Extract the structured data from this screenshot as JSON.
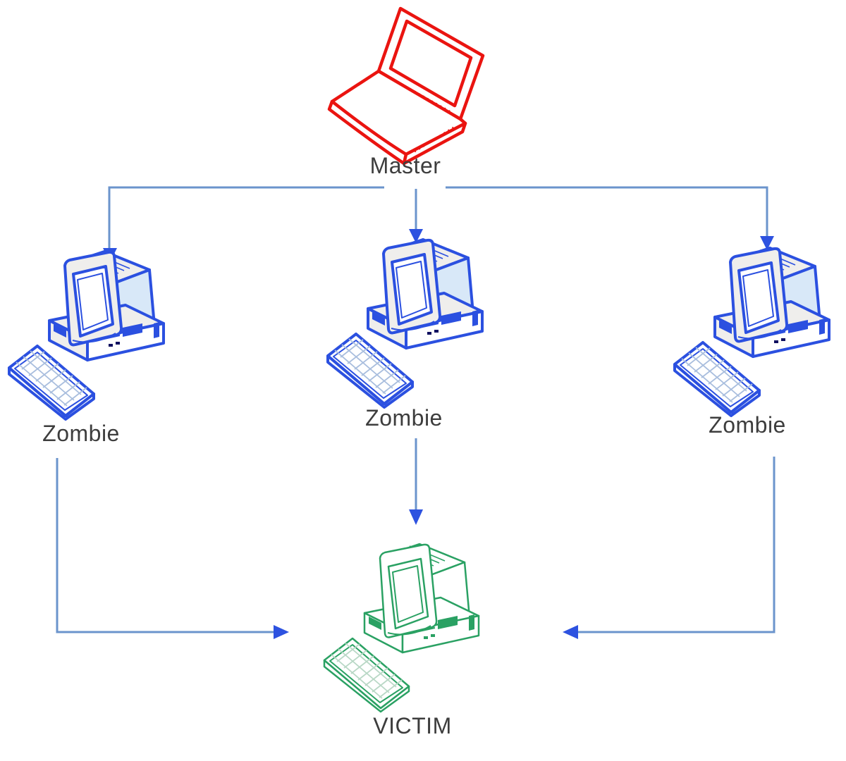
{
  "diagram": {
    "palette": {
      "master_red": "#ea1410",
      "zombie_blue": "#2b50e0",
      "victim_green": "#2aa163",
      "connector_line_blue": "#6b94cc",
      "arrowhead_blue": "#2d52e0",
      "label_gray": "#3d3d3d",
      "background": "#ffffff"
    },
    "nodes": [
      {
        "id": "master",
        "label": "Master",
        "icon": "laptop-icon"
      },
      {
        "id": "zombie-left",
        "label": "Zombie",
        "icon": "desktop-pc-icon"
      },
      {
        "id": "zombie-center",
        "label": "Zombie",
        "icon": "desktop-pc-icon"
      },
      {
        "id": "zombie-right",
        "label": "Zombie",
        "icon": "desktop-pc-icon"
      },
      {
        "id": "victim",
        "label": "VICTIM",
        "icon": "desktop-pc-icon"
      }
    ],
    "edges": [
      {
        "from": "master",
        "to": "zombie-left"
      },
      {
        "from": "master",
        "to": "zombie-center"
      },
      {
        "from": "master",
        "to": "zombie-right"
      },
      {
        "from": "zombie-left",
        "to": "victim"
      },
      {
        "from": "zombie-center",
        "to": "victim"
      },
      {
        "from": "zombie-right",
        "to": "victim"
      }
    ]
  }
}
